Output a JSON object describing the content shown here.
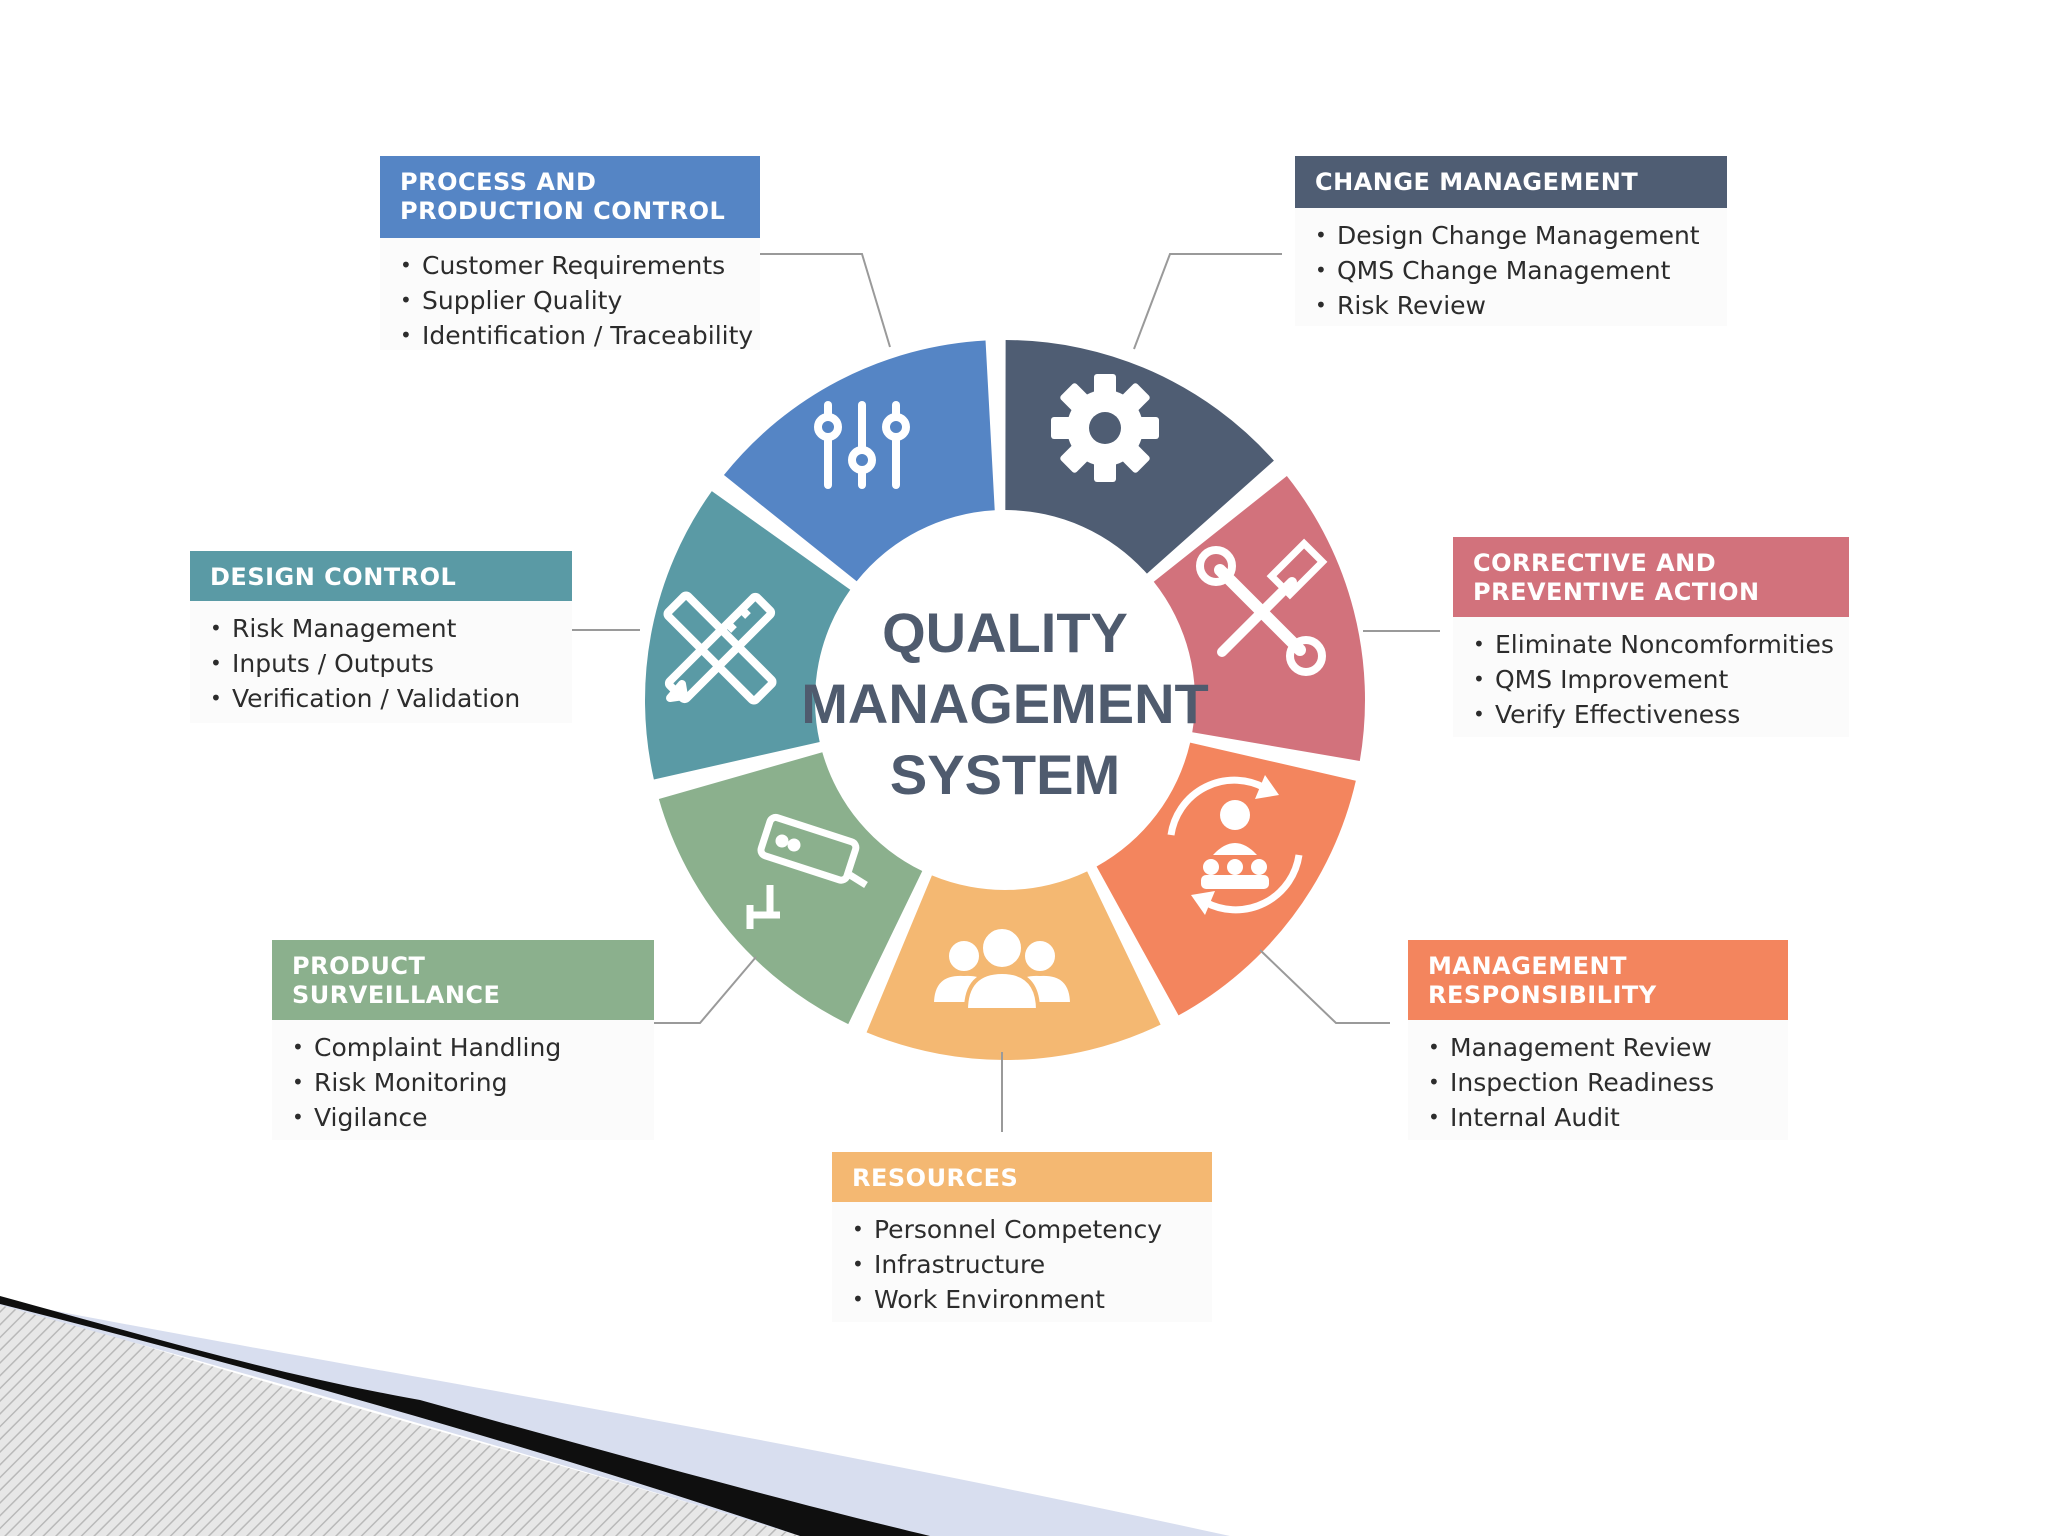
{
  "center": {
    "line1": "QUALITY",
    "line2": "MANAGEMENT",
    "line3": "SYSTEM",
    "color": "#4f5b6e"
  },
  "cards": {
    "process": {
      "title_line1": "PROCESS AND",
      "title_line2": "PRODUCTION CONTROL",
      "color": "#5585c5",
      "items": [
        "Customer Requirements",
        "Supplier Quality",
        "Identification / Traceability"
      ],
      "icon": "sliders-icon"
    },
    "change": {
      "title_line1": "CHANGE MANAGEMENT",
      "color": "#4f5d73",
      "items": [
        "Design Change Management",
        "QMS Change Management",
        "Risk Review"
      ],
      "icon": "gear-icon"
    },
    "capa": {
      "title_line1": "CORRECTIVE AND",
      "title_line2": "PREVENTIVE ACTION",
      "color": "#d2727c",
      "items": [
        "Eliminate Noncomformities",
        "QMS Improvement",
        "Verify Effectiveness"
      ],
      "icon": "tools-icon"
    },
    "mgmt": {
      "title_line1": "MANAGEMENT",
      "title_line2": "RESPONSIBILITY",
      "color": "#f3855e",
      "items": [
        "Management Review",
        "Inspection Readiness",
        "Internal Audit"
      ],
      "icon": "manager-cycle-icon"
    },
    "resources": {
      "title_line1": "RESOURCES",
      "color": "#f4b872",
      "items": [
        "Personnel Competency",
        "Infrastructure",
        "Work Environment"
      ],
      "icon": "people-group-icon"
    },
    "surveillance": {
      "title_line1": "PRODUCT",
      "title_line2": "SURVEILLANCE",
      "color": "#8bb08d",
      "items": [
        "Complaint Handling",
        "Risk Monitoring",
        "Vigilance"
      ],
      "icon": "security-camera-icon"
    },
    "design": {
      "title_line1": "DESIGN CONTROL",
      "color": "#5a9aa5",
      "items": [
        "Risk Management",
        "Inputs / Outputs",
        "Verification / Validation"
      ],
      "icon": "pencil-ruler-icon"
    }
  }
}
